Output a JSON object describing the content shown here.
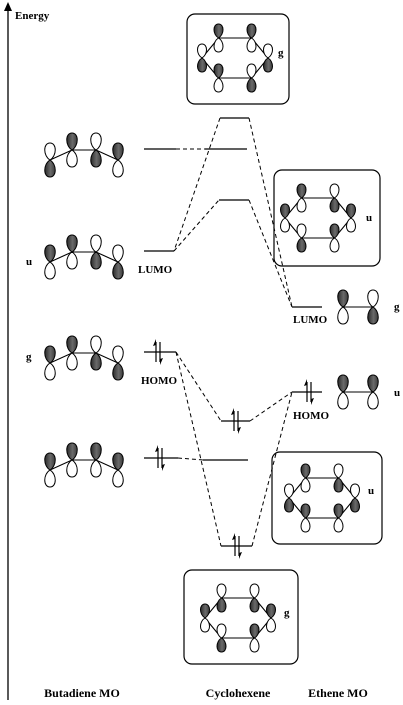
{
  "axis": {
    "label": "Energy"
  },
  "columns": {
    "butadiene": "Butadiene MO",
    "cyclohexene": "Cyclohexene",
    "ethene": "Ethene MO"
  },
  "level_labels": {
    "butadiene_lumo": "LUMO",
    "butadiene_homo": "HOMO",
    "ethene_lumo": "LUMO",
    "ethene_homo": "HOMO"
  },
  "symmetry_labels": {
    "cyclohexene_top": "g",
    "butadiene_lumo": "u",
    "butadiene_homo": "g",
    "cyclohexene_upper_box": "u",
    "ethene_lumo": "g",
    "ethene_homo": "u",
    "cyclohexene_lower_box": "u",
    "cyclohexene_bottom": "g"
  },
  "colors": {
    "line": "#000000",
    "lobe_fill": "#555555",
    "box_bg": "#ffffff"
  }
}
